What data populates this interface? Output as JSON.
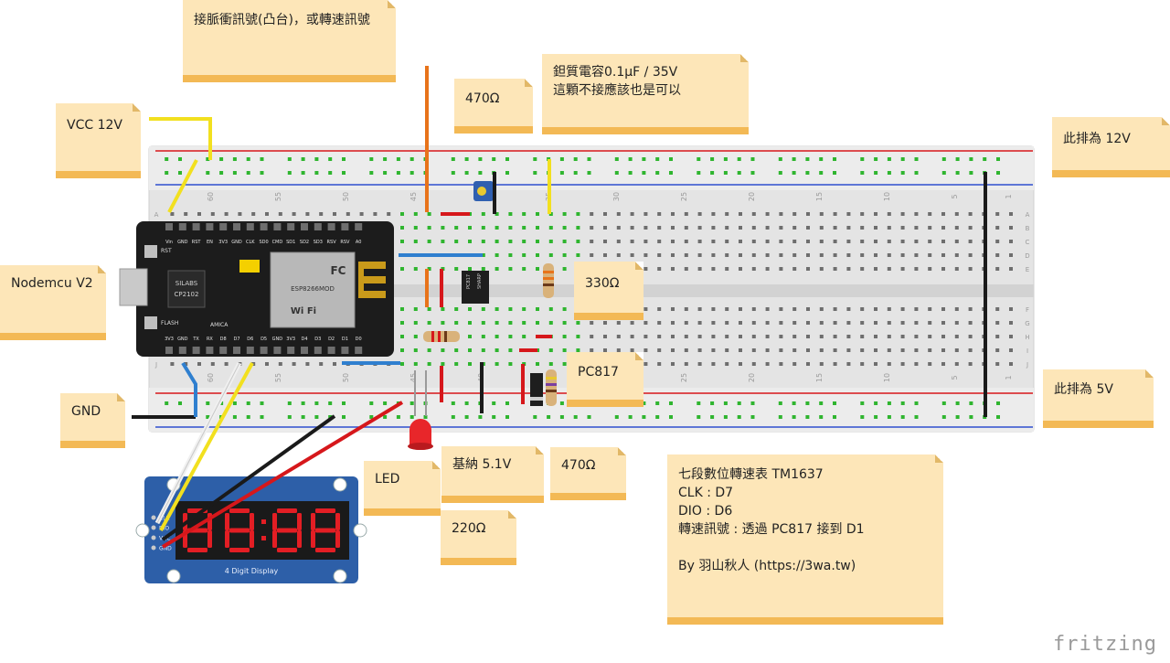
{
  "notes": {
    "pulse_input": "接脈衝訊號(凸台)，或轉速訊號",
    "vcc12": "VCC 12V",
    "r470_top": "470Ω",
    "capacitor": [
      "鉭質電容0.1µF / 35V",
      "這顆不接應該也是可以"
    ],
    "rail12": "此排為 12V",
    "nodemcu": "Nodemcu V2",
    "r330": "330Ω",
    "pc817": "PC817",
    "gnd": "GND",
    "rail5": "此排為 5V",
    "led": "LED",
    "zener": "基納 5.1V",
    "r470_bottom": "470Ω",
    "r220": "220Ω",
    "info": [
      "七段數位轉速表 TM1637",
      "CLK : D7",
      "DIO : D6",
      "轉速訊號 : 透過 PC817 接到 D1",
      "",
      "By 羽山秋人 (https://3wa.tw)"
    ]
  },
  "board": {
    "top_pins": [
      "Vin",
      "GND",
      "RST",
      "EN",
      "3V3",
      "GND",
      "CLK",
      "SD0",
      "CMD",
      "SD1",
      "SD2",
      "SD3",
      "RSV",
      "RSV",
      "A0"
    ],
    "bottom_pins": [
      "3V3",
      "GND",
      "TX",
      "RX",
      "D8",
      "D7",
      "D6",
      "D5",
      "GND",
      "3V3",
      "D4",
      "D3",
      "D2",
      "D1",
      "D0"
    ],
    "rst_label": "RST",
    "flash_label": "FLASH",
    "chip_label": "CP2102",
    "chip_vendor": "SILABS",
    "module_model": "ESP8266MOD",
    "wifi_label": "Wi Fi",
    "fc_label": "FC",
    "brand": "AMICA"
  },
  "breadboard": {
    "column_numbers": [
      "60",
      "55",
      "50",
      "45",
      "40",
      "35",
      "30",
      "25",
      "20",
      "15",
      "10",
      "5",
      "1"
    ],
    "row_letters_top": [
      "A",
      "B",
      "C",
      "D",
      "E"
    ],
    "row_letters_bottom": [
      "F",
      "G",
      "H",
      "I",
      "J"
    ]
  },
  "display": {
    "pins": [
      "CLK",
      "DIO",
      "VCC",
      "GND"
    ],
    "caption": "4 Digit Display",
    "digit_color": "#e31e24"
  },
  "components": {
    "optocoupler": "PC817",
    "optocoupler_brand": "SHARP"
  },
  "logo": "fritzing",
  "colors": {
    "wire_yellow": "#f2e01f",
    "wire_orange": "#e8731a",
    "wire_red": "#d6171b",
    "wire_black": "#1a1a1a",
    "wire_blue": "#2f7fcf",
    "wire_white": "#f0f0f0",
    "note_fill": "#fde6b8",
    "note_edge": "#f3b955",
    "display_pcb": "#2d5fa8",
    "board_pcb": "#1c1c1c"
  }
}
